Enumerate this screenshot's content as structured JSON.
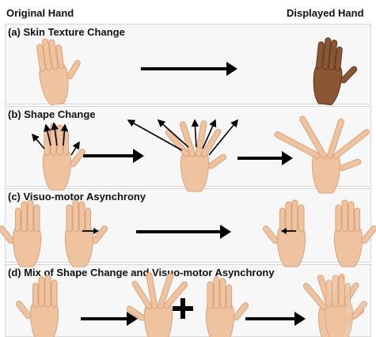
{
  "headers": {
    "original": "Original Hand",
    "displayed": "Displayed Hand"
  },
  "panels": [
    {
      "id": "a",
      "label": "(a) Skin Texture Change"
    },
    {
      "id": "b",
      "label": "(b) Shape Change"
    },
    {
      "id": "c",
      "label": "(c)  Visuo-motor  Asynchrony"
    },
    {
      "id": "d",
      "label": "(d) Mix  of  Shape Change and Visuo-motor Asynchrony"
    }
  ],
  "colors": {
    "skin": "#efc3a0",
    "skin_shadow": "#d9a27a",
    "dark_skin": "#8a5634",
    "arrow": "#000000",
    "panel_bg": "#f7f7f7"
  },
  "icons": {
    "hand": "open-hand-icon",
    "arrow": "right-arrow-icon",
    "plus": "plus-icon"
  }
}
